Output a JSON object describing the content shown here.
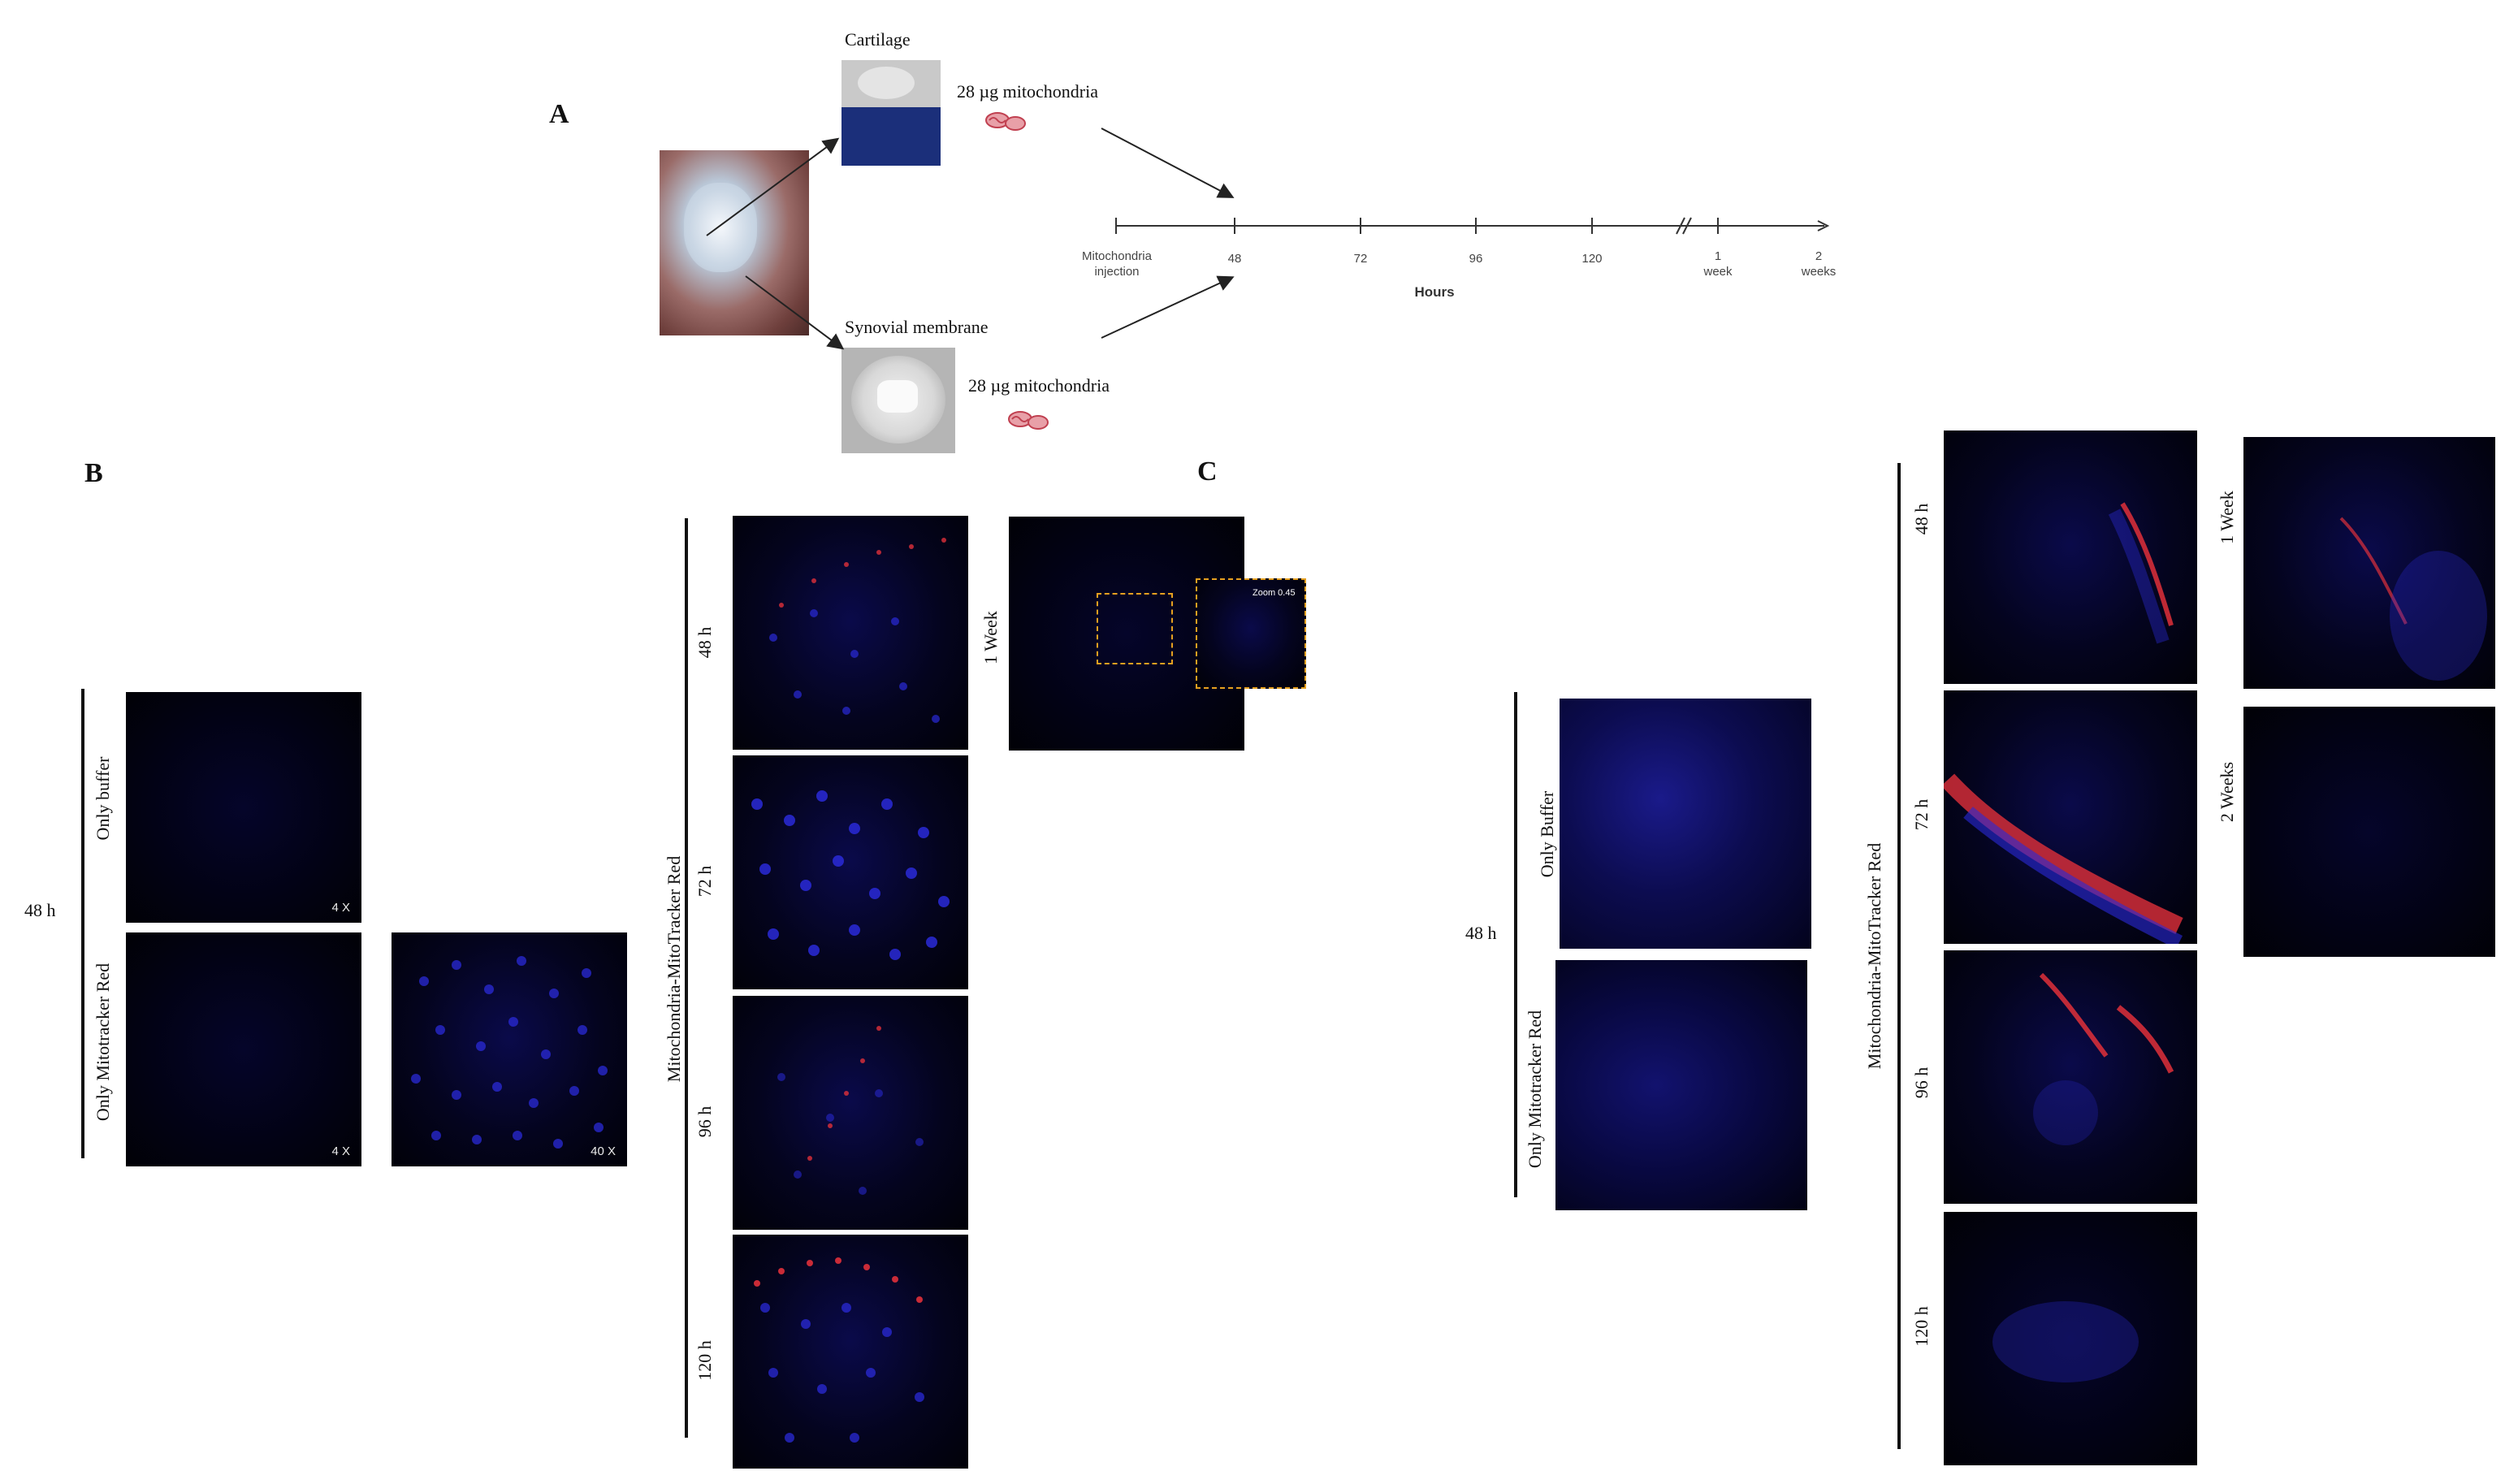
{
  "panel_a": {
    "letter": "A",
    "cartilage_label": "Cartilage",
    "synovial_label": "Synovial membrane",
    "dose_cartilage": "28 µg mitochondria",
    "dose_synovial": "28 µg mitochondria",
    "timeline": {
      "ticks": [
        {
          "label": "Mitochondria\ninjection"
        },
        {
          "label": "48"
        },
        {
          "label": "72"
        },
        {
          "label": "96"
        },
        {
          "label": "120"
        },
        {
          "label": "1\nweek"
        },
        {
          "label": "2\nweeks"
        }
      ],
      "axis_title": "Hours"
    }
  },
  "panel_b": {
    "letter": "B",
    "group_label": "48 h",
    "only_buffer": "Only buffer",
    "only_mitotracker": "Only Mitotracker Red",
    "mag_4x": "4 X",
    "mag_4x_b": "4 X",
    "mag_40x": "40 X",
    "mito_group_label": "Mitochondria-MitoTracker Red",
    "time_48": "48 h",
    "time_72": "72 h",
    "time_96": "96 h",
    "time_120": "120 h",
    "week_label": "1 Week",
    "zoom_label": "Zoom 0.45"
  },
  "panel_c": {
    "letter": "C",
    "group_label": "48 h",
    "only_buffer": "Only Buffer",
    "only_mitotracker": "Only Mitotracker Red",
    "mito_group_label": "Mitochondria-MitoTracker Red",
    "time_48": "48 h",
    "time_72": "72 h",
    "time_96": "96 h",
    "time_120": "120 h",
    "week_1": "1 Week",
    "week_2": "2 Weeks"
  },
  "colors": {
    "nuclei_blue": "#2a2ad8",
    "mitotracker_red": "#e0303a",
    "zoom_box": "#e6a020",
    "timeline": "#333333"
  }
}
